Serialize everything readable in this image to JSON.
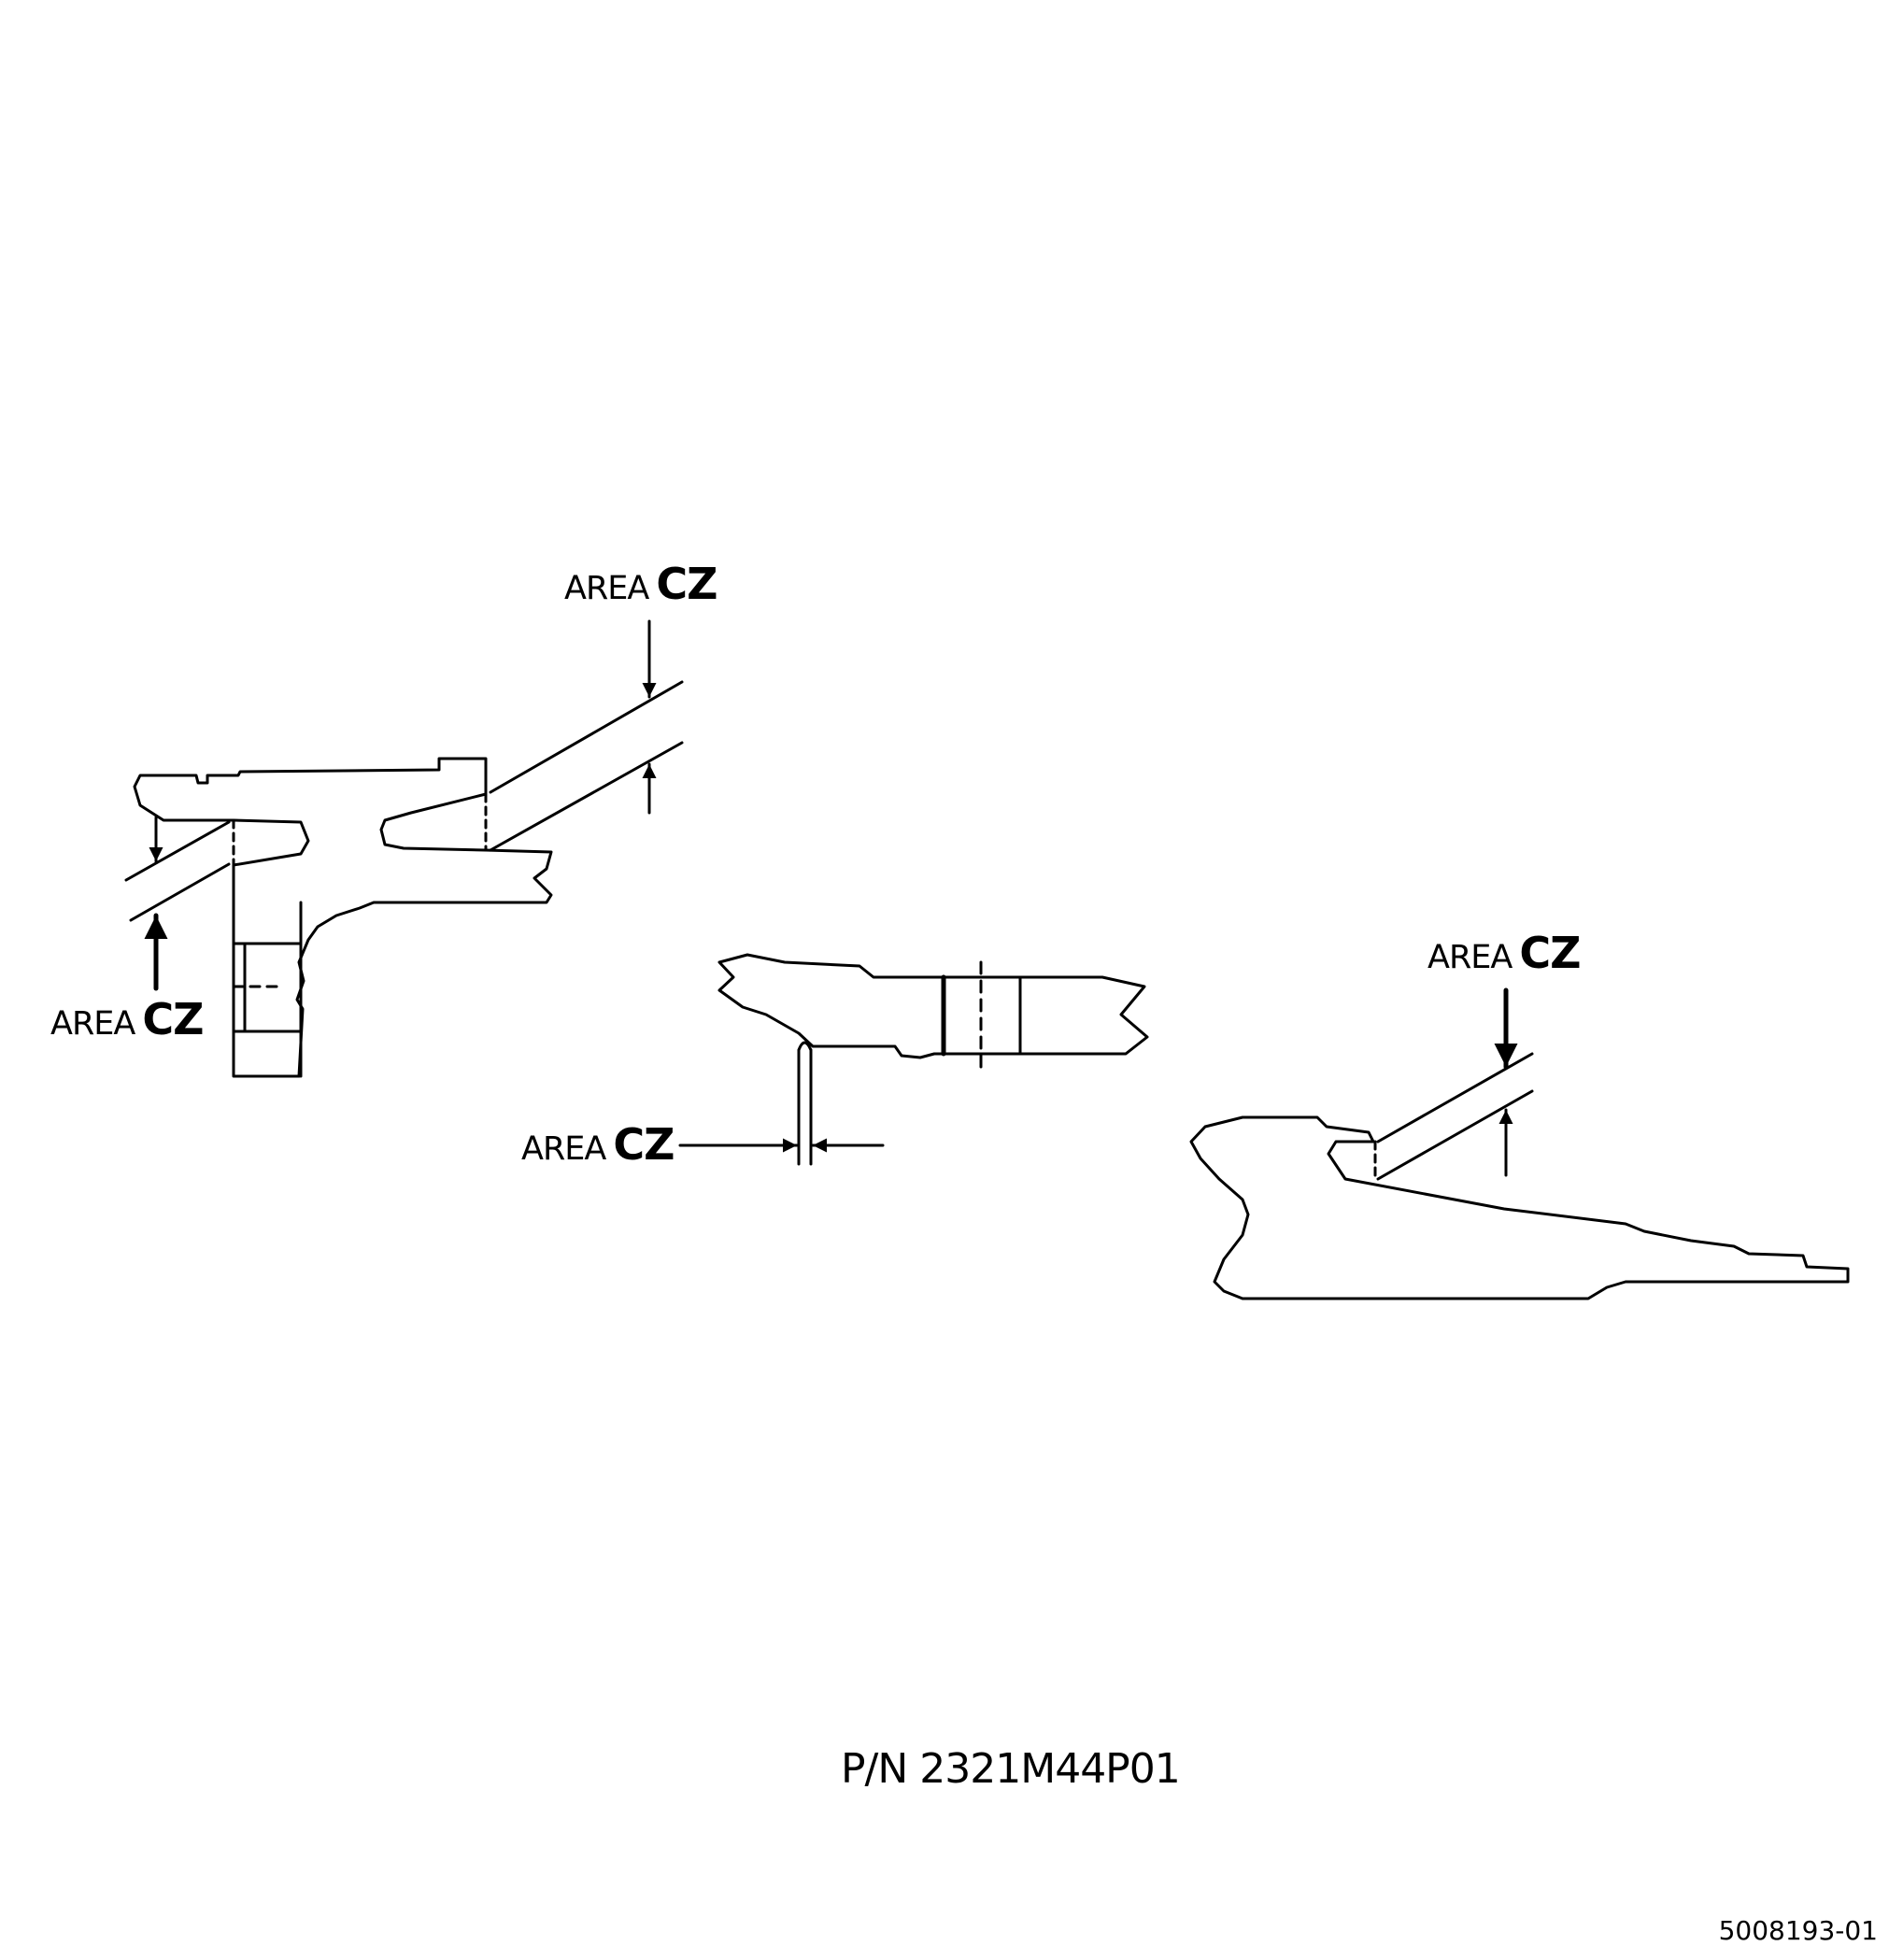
{
  "callouts": [
    {
      "word": "AREA",
      "code": "CZ"
    },
    {
      "word": "AREA",
      "code": "CZ"
    },
    {
      "word": "AREA",
      "code": "CZ"
    },
    {
      "word": "AREA",
      "code": "CZ"
    }
  ],
  "part_number": "P/N 2321M44P01",
  "figure_id": "5008193-01",
  "colors": {
    "ink": "#000000",
    "background": "#ffffff"
  }
}
